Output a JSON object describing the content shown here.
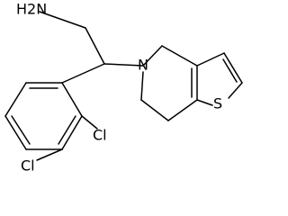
{
  "molecule": {
    "labels": {
      "amine": "H2N",
      "nitrogen": "N",
      "chlorine_ortho": "Cl",
      "chlorine_meta": "Cl",
      "sulfur": "S"
    }
  }
}
